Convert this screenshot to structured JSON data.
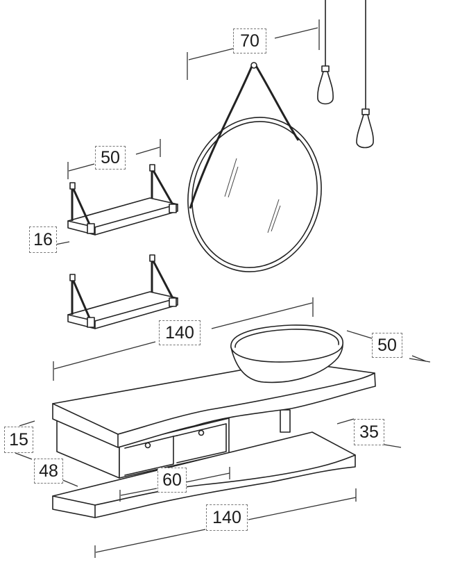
{
  "dimensions": {
    "mirror_width": "70",
    "shelf_width": "50",
    "shelf_height": "16",
    "top_width": "140",
    "top_depth": "50",
    "drawer_width": "60",
    "gap_height": "35",
    "top_thickness": "15",
    "total_height": "48",
    "bottom_shelf_width": "140"
  },
  "colors": {
    "line": "#222222",
    "background": "#ffffff",
    "dim_border": "#777777"
  }
}
